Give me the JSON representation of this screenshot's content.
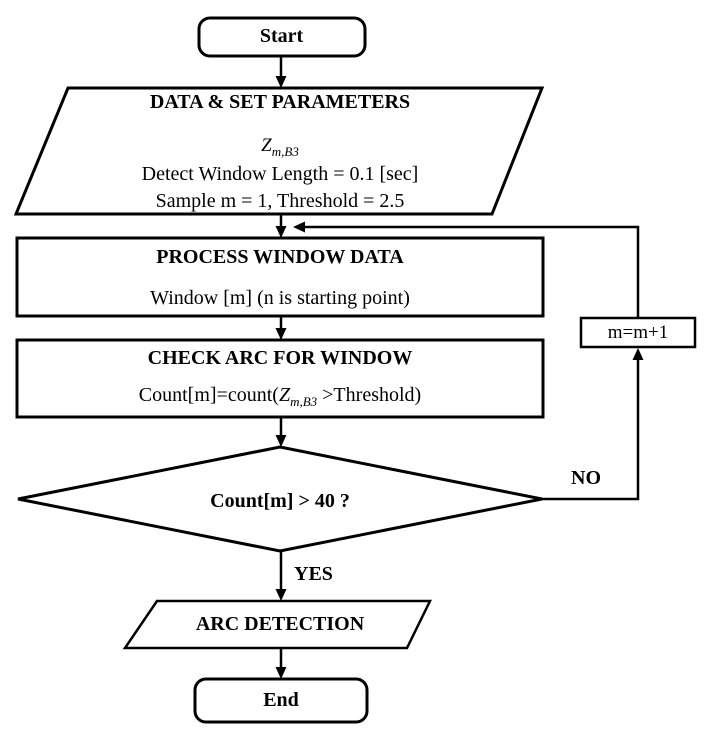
{
  "colors": {
    "stroke": "#000000",
    "node_fill": "#ffffff",
    "background": "#ffffff"
  },
  "nodes": {
    "start": {
      "label": "Start"
    },
    "data_params": {
      "title": "DATA & SET PARAMETERS",
      "z_symbol": "Z",
      "z_subscript": "m,B3",
      "line_detect": "Detect Window Length = 0.1 [sec]",
      "line_sample": "Sample m = 1, Threshold = 2.5"
    },
    "process_window": {
      "title": "PROCESS WINDOW DATA",
      "body": "Window [m] (n is starting point)"
    },
    "check_arc": {
      "title": "CHECK ARC FOR WINDOW",
      "body_prefix": "Count[m]=count(",
      "z_symbol": "Z",
      "z_subscript": "m,B3",
      "body_suffix": " >Threshold)"
    },
    "decision": {
      "label": "Count[m] > 40 ?"
    },
    "increment": {
      "label": "m=m+1"
    },
    "arc_detection": {
      "label": "ARC DETECTION"
    },
    "end": {
      "label": "End"
    }
  },
  "edges": {
    "yes_label": "YES",
    "no_label": "NO"
  }
}
